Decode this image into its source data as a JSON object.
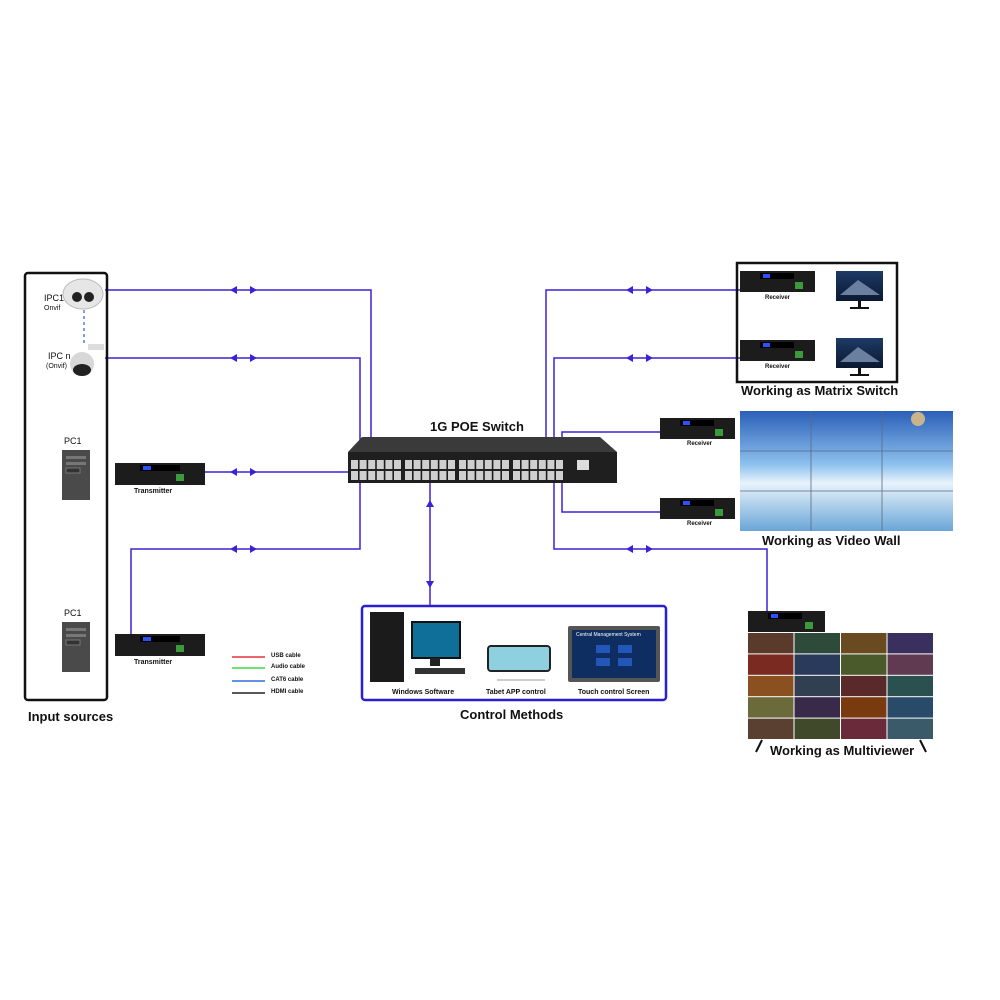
{
  "colors": {
    "link": "#3a22d6",
    "frame": "#111111",
    "control_frame": "#2a1fd0"
  },
  "input_sources": {
    "title": "Input sources",
    "ipc1": {
      "name": "IPC1",
      "protocol": "Onvif"
    },
    "ipcn": {
      "name": "IPC n",
      "protocol": "(Onvif)"
    },
    "pc_top": "PC1",
    "pc_bottom": "PC1",
    "transmitter_top": "Transmitter",
    "transmitter_bottom": "Transmitter"
  },
  "legend": [
    {
      "label": "USB cable",
      "color": "#e8313a"
    },
    {
      "label": "Audio cable",
      "color": "#3ddc3d"
    },
    {
      "label": "CAT6 cable",
      "color": "#2e6fe0"
    },
    {
      "label": "HDMI cable",
      "color": "#222222"
    }
  ],
  "switch": {
    "title": "1G POE Switch"
  },
  "control": {
    "title": "Control Methods",
    "items": [
      "Windows Software",
      "Tabet APP control",
      "Touch control Screen"
    ],
    "screen_title": "Central Management System"
  },
  "matrix": {
    "title": "Working as Matrix Switch",
    "receiver_top": "Receiver",
    "receiver_bottom": "Receiver"
  },
  "videowall": {
    "title": "Working as Video Wall",
    "receiver_top": "Receiver",
    "receiver_bottom": "Receiver"
  },
  "multiviewer": {
    "title": "Working as Multiviewer"
  }
}
